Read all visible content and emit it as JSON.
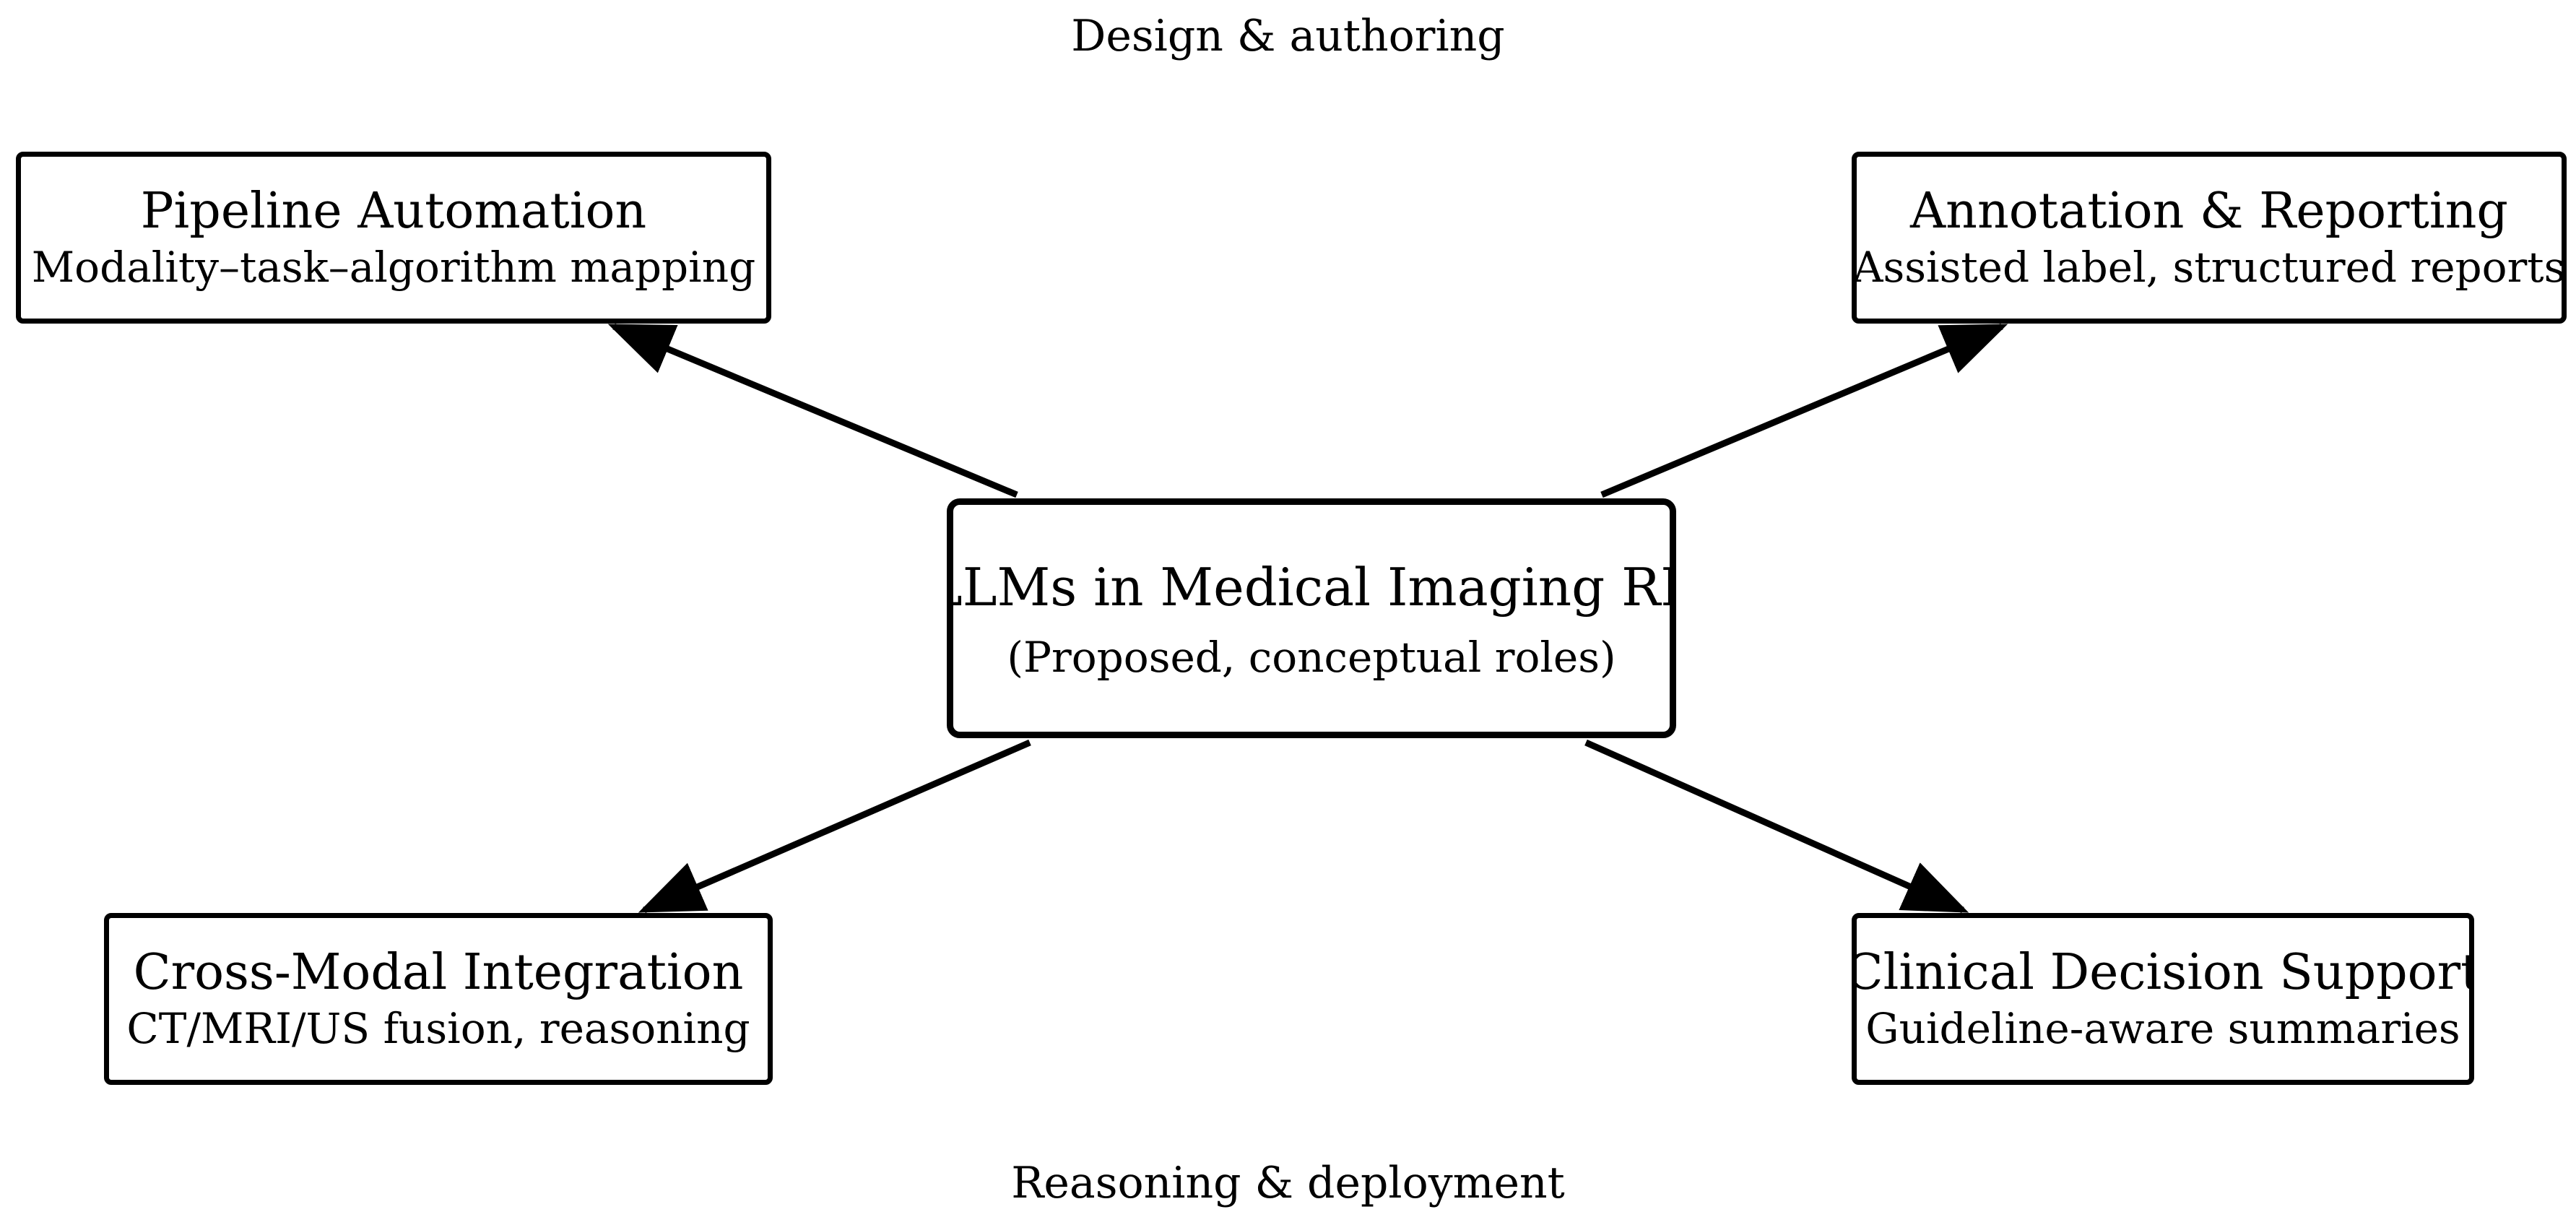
{
  "diagram": {
    "top_label": "Design & authoring",
    "bottom_label": "Reasoning & deployment",
    "center": {
      "title": "LLMs in Medical Imaging RL",
      "subtitle": "(Proposed, conceptual roles)"
    },
    "nodes": [
      {
        "title": "Pipeline Automation",
        "subtitle": "Modality–task–algorithm mapping"
      },
      {
        "title": "Annotation & Reporting",
        "subtitle": "Assisted label, structured reports"
      },
      {
        "title": "Cross-Modal Integration",
        "subtitle": "CT/MRI/US fusion, reasoning"
      },
      {
        "title": "Clinical Decision Support",
        "subtitle": "Guideline-aware summaries"
      }
    ],
    "colors": {
      "stroke": "#000000",
      "background": "#ffffff"
    }
  }
}
